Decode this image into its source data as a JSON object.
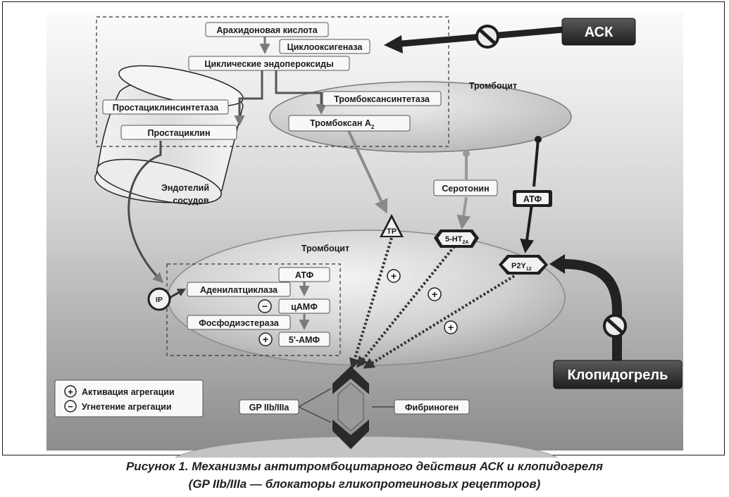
{
  "labels": {
    "arachidonic_acid": "Арахидоновая кислота",
    "cyclooxygenase": "Циклооксигеназа",
    "cyclic_endoperoxides": "Циклические эндопероксиды",
    "thromboxane_synthetase": "Тромбоксансинтетаза",
    "thromboxane_a2": "Тромбоксан A",
    "thromboxane_a2_sub": "2",
    "prostacyclin_synthetase": "Простациклинсинтетаза",
    "prostacyclin": "Простациклин",
    "endothelium_line1": "Эндотелий",
    "endothelium_line2": "сосудов",
    "platelet_top": "Тромбоцит",
    "platelet_main": "Тромбоцит",
    "serotonin": "Серотонин",
    "atp_outer": "АТФ",
    "asa": "АСК",
    "clopidogrel": "Клопидогрель",
    "tp_receptor": "TP",
    "ht2a_receptor": "5-HT",
    "ht2a_sub": "2A",
    "p2y12_receptor": "P2Y",
    "p2y12_sub": "12",
    "ip_receptor": "IP",
    "adenylate_cyclase": "Аденилатциклаза",
    "atp_inner": "АТФ",
    "camp": "цАМФ",
    "phosphodiesterase": "Фосфодиэстераза",
    "amp": "5'-АМФ",
    "gp_receptor": "GP IIb/IIIa",
    "fibrinogen": "Фибриноген"
  },
  "legend": {
    "activation": "Активация агрегации",
    "inhibition": "Угнетение агрегации"
  },
  "signs": {
    "plus": "+",
    "minus": "−"
  },
  "caption": {
    "line1": "Рисунок 1. Механизмы антитромбоцитарного действия АСК и клопидогреля",
    "line2": "(GP IIb/IIIa — блокаторы гликопротеиновых рецепторов)"
  },
  "colors": {
    "background_gradient_light": "#fbfbfb",
    "background_gradient_dark": "#8c8c8c",
    "platelet_fill": "#c8c8c8",
    "receptor_fill": "#1c1c1c",
    "drug_box": "#2a2a2a"
  }
}
